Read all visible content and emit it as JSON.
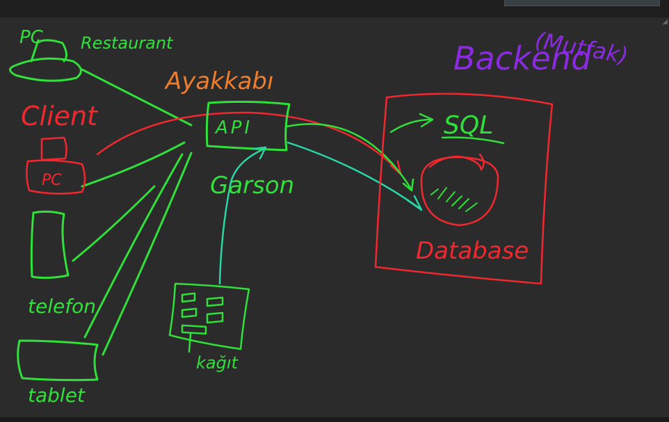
{
  "colors": {
    "background": "#2b2b2b",
    "green": "#31e03a",
    "red": "#f0282f",
    "orange": "#f07d2c",
    "purple": "#8a2be2",
    "teal": "#2ad8a6"
  },
  "labels": {
    "pc_top": "PC",
    "restaurant": "Restaurant",
    "client": "Client",
    "ayakkabi": "Ayakkabı",
    "api": "API",
    "pc_box": "PC",
    "garson": "Garson",
    "backend": "Backend",
    "mutfak": "(Mutfak)",
    "sql": "SQL",
    "database": "Database",
    "telefon": "telefon",
    "tablet": "tablet",
    "kagit": "kağıt"
  }
}
